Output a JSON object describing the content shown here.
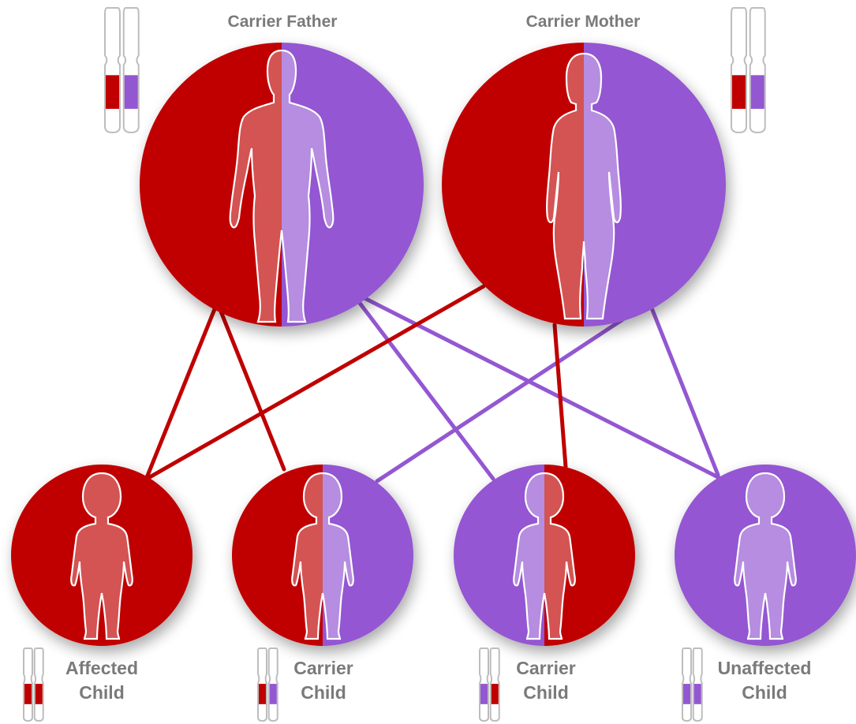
{
  "colors": {
    "affected": "#c00000",
    "unaffected": "#9457d2",
    "label": "#7a7a7a",
    "chromosome_outline": "#bdbdbd"
  },
  "parents": [
    {
      "id": "father",
      "label": "Carrier Father",
      "left_allele": "affected",
      "right_allele": "unaffected",
      "figure": "man-silhouette-icon"
    },
    {
      "id": "mother",
      "label": "Carrier Mother",
      "left_allele": "affected",
      "right_allele": "unaffected",
      "figure": "woman-silhouette-icon"
    }
  ],
  "children": [
    {
      "id": "child1",
      "label_line1": "Affected",
      "label_line2": "Child",
      "left_allele": "affected",
      "right_allele": "affected"
    },
    {
      "id": "child2",
      "label_line1": "Carrier",
      "label_line2": "Child",
      "left_allele": "affected",
      "right_allele": "unaffected"
    },
    {
      "id": "child3",
      "label_line1": "Carrier",
      "label_line2": "Child",
      "left_allele": "unaffected",
      "right_allele": "affected"
    },
    {
      "id": "child4",
      "label_line1": "Unaffected",
      "label_line2": "Child",
      "left_allele": "unaffected",
      "right_allele": "unaffected"
    }
  ],
  "inheritance_links": [
    {
      "from": "father",
      "to": "child1",
      "allele": "affected"
    },
    {
      "from": "father",
      "to": "child2",
      "allele": "affected"
    },
    {
      "from": "father",
      "to": "child3",
      "allele": "unaffected"
    },
    {
      "from": "father",
      "to": "child4",
      "allele": "unaffected"
    },
    {
      "from": "mother",
      "to": "child1",
      "allele": "affected"
    },
    {
      "from": "mother",
      "to": "child2",
      "allele": "unaffected"
    },
    {
      "from": "mother",
      "to": "child3",
      "allele": "affected"
    },
    {
      "from": "mother",
      "to": "child4",
      "allele": "unaffected"
    }
  ]
}
